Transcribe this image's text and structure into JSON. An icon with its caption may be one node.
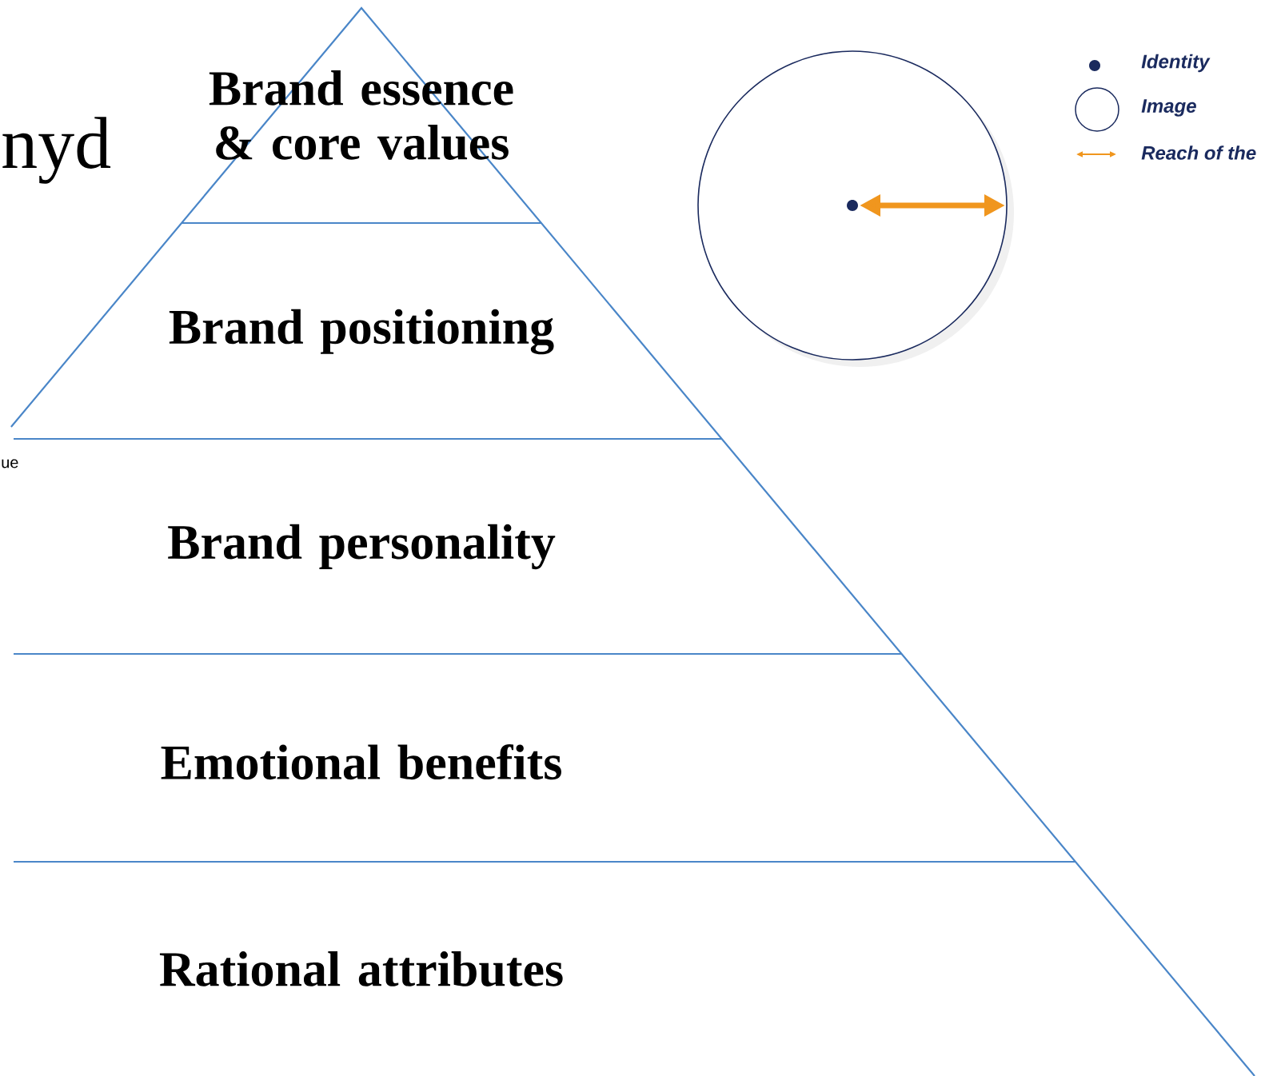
{
  "diagram": {
    "nodes": [
      {
        "text": [
          "Brand essence & core values"
        ]
      },
      {
        "text": [
          "Brand positioning"
        ]
      },
      {
        "text": [
          "Brand personality"
        ]
      },
      {
        "text": [
          "Emotional benefits"
        ]
      },
      {
        "text": [
          "Rational attributes"
        ]
      }
    ],
    "labels": [
      "nyd",
      "ue"
    ],
    "legend": [
      {
        "text": "Identity"
      },
      {
        "text": "Image"
      },
      {
        "text": "Reach of the"
      }
    ]
  }
}
